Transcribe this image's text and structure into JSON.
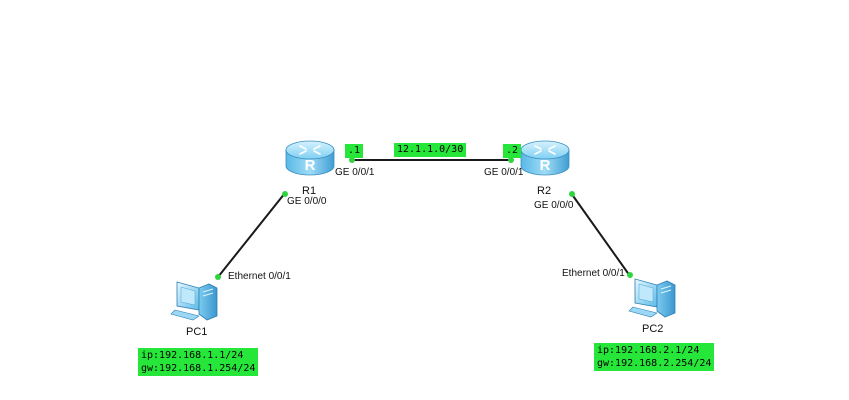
{
  "colors": {
    "highlight": "#27e63a",
    "link": "#1a1a1a",
    "port_dot": "#2fd43e",
    "router_blue": "#6ec8ee"
  },
  "devices": {
    "r1": {
      "name": "R1",
      "icon": "router-icon"
    },
    "r2": {
      "name": "R2",
      "icon": "router-icon"
    },
    "pc1": {
      "name": "PC1",
      "icon": "pc-icon"
    },
    "pc2": {
      "name": "PC2",
      "icon": "pc-icon"
    }
  },
  "ports": {
    "r1_ge001": "GE 0/0/1",
    "r1_ge000": "GE 0/0/0",
    "r2_ge001": "GE 0/0/1",
    "r2_ge000": "GE 0/0/0",
    "pc1_eth": "Ethernet 0/0/1",
    "pc2_eth": "Ethernet 0/0/1"
  },
  "tags": {
    "r1_addr": ".1",
    "r2_addr": ".2",
    "link_subnet": "12.1.1.0/30"
  },
  "pc1_config": {
    "ip": "ip:192.168.1.1/24",
    "gw": "gw:192.168.1.254/24"
  },
  "pc2_config": {
    "ip": "ip:192.168.2.1/24",
    "gw": "gw:192.168.2.254/24"
  }
}
